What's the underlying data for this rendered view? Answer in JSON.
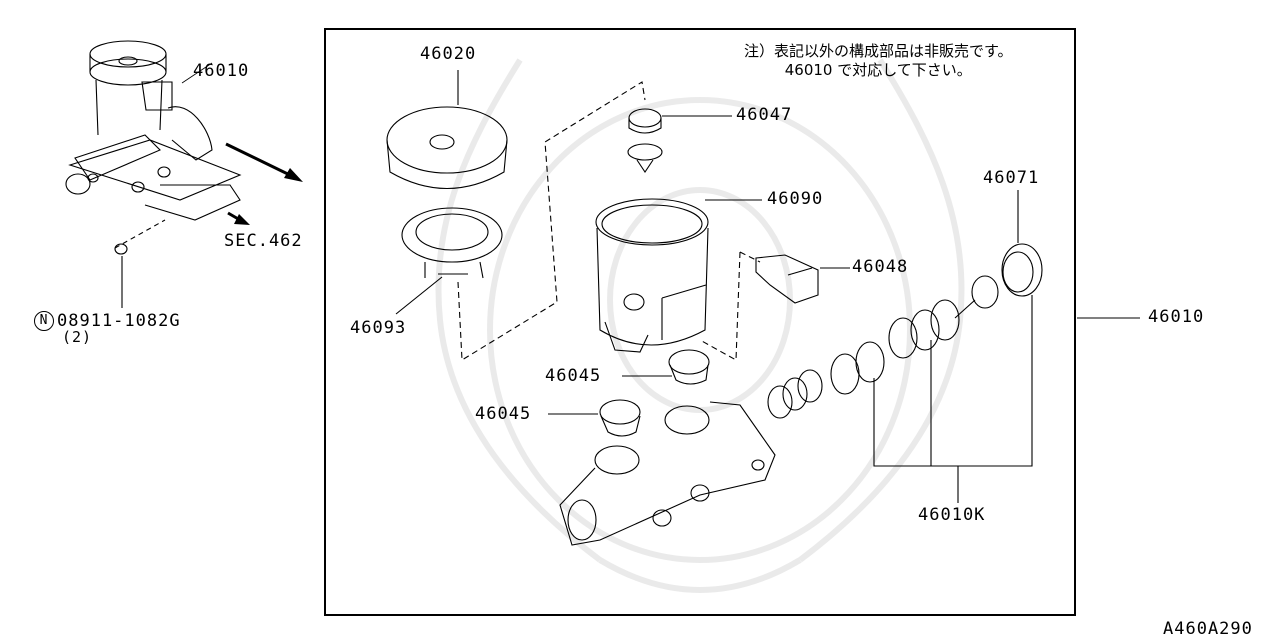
{
  "diagram": {
    "type": "exploded-parts-diagram",
    "subject": "Brake master cylinder",
    "figure_code": "A460A290",
    "note": {
      "line1": "注）表記以外の構成部品は非販売です。",
      "line2": "46010 で対応して下さい。"
    },
    "overview": {
      "assembly_label": "46010",
      "section_ref": "SEC.462",
      "nut_symbol": "N",
      "nut_part": "08911-1082G",
      "nut_qty": "(2)"
    },
    "parts": [
      {
        "id": "p46020",
        "label": "46020",
        "desc": "reservoir cap"
      },
      {
        "id": "p46093",
        "label": "46093",
        "desc": "strainer"
      },
      {
        "id": "p46047",
        "label": "46047",
        "desc": "reservoir fastener"
      },
      {
        "id": "p46090",
        "label": "46090",
        "desc": "reservoir tank"
      },
      {
        "id": "p46048",
        "label": "46048",
        "desc": "level switch connector"
      },
      {
        "id": "p46071",
        "label": "46071",
        "desc": "piston stopper ring"
      },
      {
        "id": "p46010",
        "label": "46010",
        "desc": "master cylinder assembly"
      },
      {
        "id": "p46045a",
        "label": "46045",
        "desc": "reservoir grommet"
      },
      {
        "id": "p46045b",
        "label": "46045",
        "desc": "reservoir grommet"
      },
      {
        "id": "p46010k",
        "label": "46010K",
        "desc": "piston kit"
      }
    ]
  }
}
